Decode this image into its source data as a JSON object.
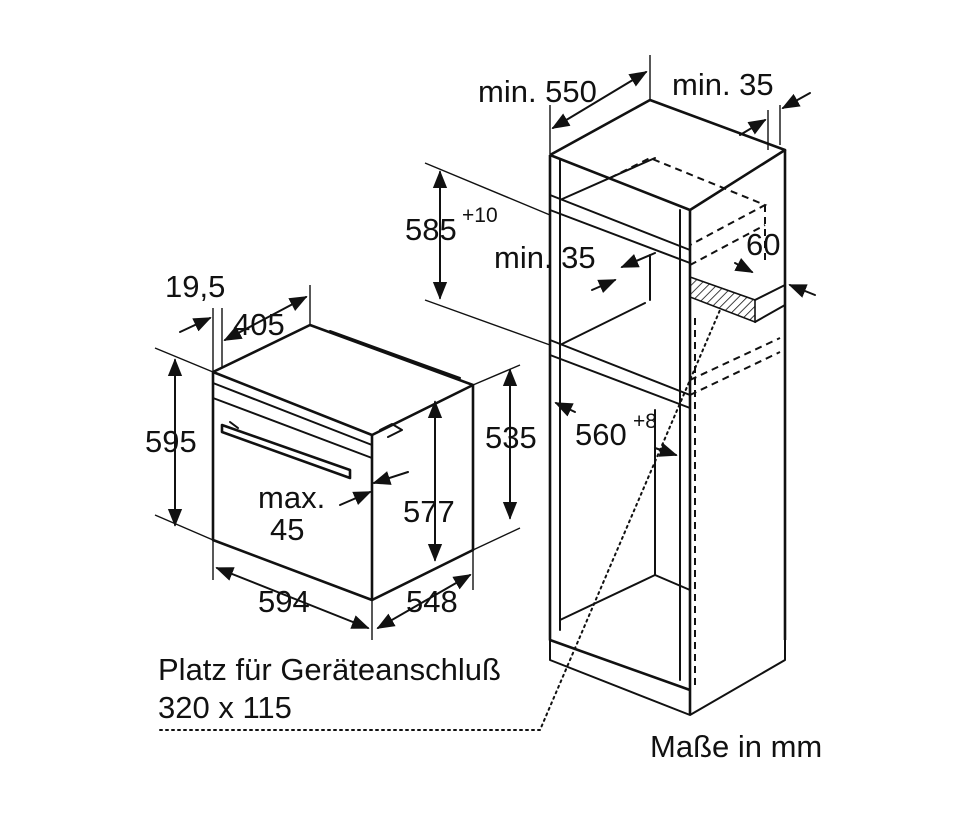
{
  "units_note": "Maße in mm",
  "connection_note": {
    "line1": "Platz für Geräteanschluß",
    "line2": "320 x 115"
  },
  "oven_dims": {
    "side_offset": "19,5",
    "top_depth": "405",
    "height": "595",
    "max_label": "max.",
    "max_value": "45",
    "inner_height": "577",
    "body_height": "535",
    "width": "594",
    "depth": "548"
  },
  "cabinet_dims": {
    "min_depth": "min. 550",
    "min_back_gap": "min. 35",
    "niche_height": "585",
    "niche_height_tol": "+10",
    "min_gap": "min. 35",
    "vent_height": "60",
    "niche_width": "560",
    "niche_width_tol": "+8"
  }
}
